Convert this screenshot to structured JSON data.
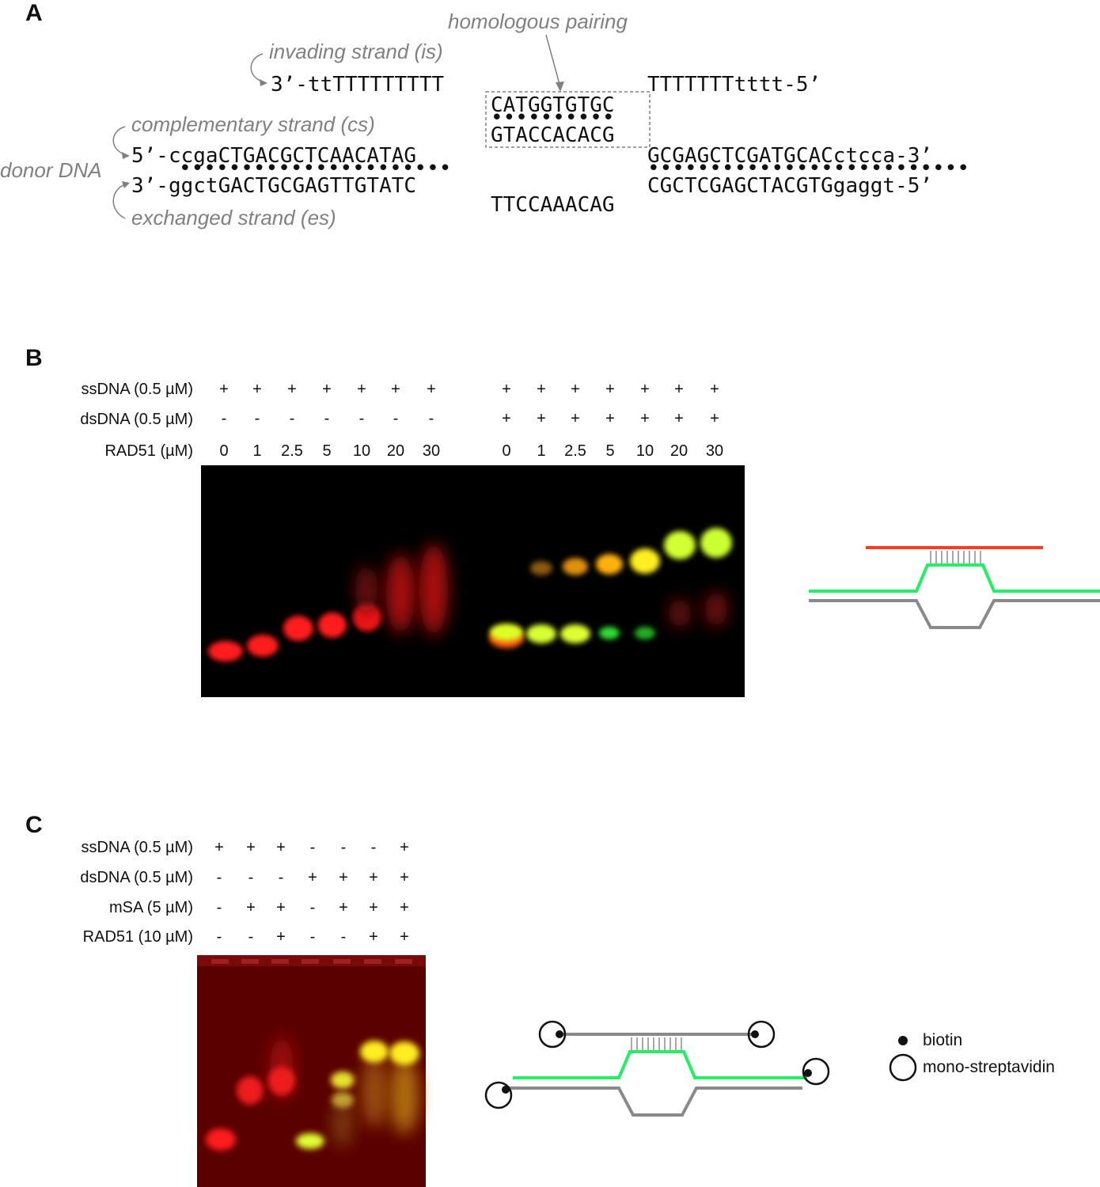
{
  "panelA": {
    "letter": "A",
    "homologous_label": "homologous pairing",
    "invading_label": "invading strand (is)",
    "complementary_label": "complementary strand (cs)",
    "exchanged_label": "exchanged strand (es)",
    "donor_label": "donor DNA",
    "is_left": "3’-ttTTTTTTTTT",
    "is_right": "TTTTTTTtttt-5’",
    "box_top": "CATGGTGTGC",
    "box_dots": "••••••••••",
    "box_bottom": "GTACCACACG",
    "cs_left": "5’-ccgaCTGACGCTCAACATAG",
    "cs_right": "GCGAGCTCGATGCACctcca-3’",
    "es_left": "3’-ggctGACTGCGAGTTGTATC",
    "es_right": "CGCTCGAGCTACGTGgaggt-5’",
    "es_loop": "TTCCAAACAG",
    "dots_left": "••••••••••••••••••••••",
    "dots_right": "••••••••••••••••••••••••••"
  },
  "panelB": {
    "letter": "B",
    "row_labels": [
      "ssDNA (0.5 µM)",
      "dsDNA (0.5 µM)",
      "RAD51 (µM)"
    ],
    "lanes_left": {
      "ssDNA": [
        "+",
        "+",
        "+",
        "+",
        "+",
        "+",
        "+"
      ],
      "dsDNA": [
        "-",
        "-",
        "-",
        "-",
        "-",
        "-",
        "-"
      ],
      "RAD51": [
        "0",
        "1",
        "2.5",
        "5",
        "10",
        "20",
        "30"
      ]
    },
    "lanes_right": {
      "ssDNA": [
        "+",
        "+",
        "+",
        "+",
        "+",
        "+",
        "+"
      ],
      "dsDNA": [
        "+",
        "+",
        "+",
        "+",
        "+",
        "+",
        "+"
      ],
      "RAD51": [
        "0",
        "1",
        "2.5",
        "5",
        "10",
        "20",
        "30"
      ]
    }
  },
  "panelC": {
    "letter": "C",
    "row_labels": [
      "ssDNA (0.5 µM)",
      "dsDNA (0.5 µM)",
      "mSA (5 µM)",
      "RAD51 (10 µM)"
    ],
    "lanes": {
      "ssDNA": [
        "+",
        "+",
        "+",
        "-",
        "-",
        "-",
        "+"
      ],
      "dsDNA": [
        "-",
        "-",
        "-",
        "+",
        "+",
        "+",
        "+"
      ],
      "mSA": [
        "-",
        "+",
        "+",
        "-",
        "+",
        "+",
        "+"
      ],
      "RAD51": [
        "-",
        "-",
        "+",
        "-",
        "-",
        "+",
        "+"
      ]
    },
    "legend_biotin": "biotin",
    "legend_msa": "mono-streptavidin"
  },
  "colors": {
    "ssDNA_strand": "#ff3b1f",
    "green_strand": "#22ee66",
    "gray_strand": "#8a8a8a",
    "gel_bg": "#000000"
  }
}
